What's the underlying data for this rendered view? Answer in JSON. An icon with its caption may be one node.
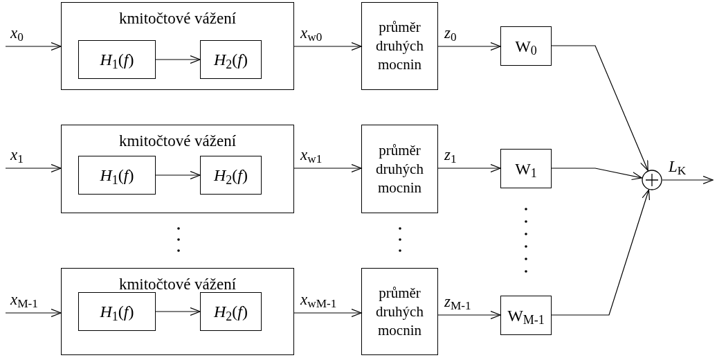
{
  "diagram": {
    "nodes": [
      {
        "text": [
          "kmitočtové vážení"
        ]
      },
      {
        "text": [
          "*H*$_{1}$(*f*)"
        ],
        "in": 0
      },
      {
        "text": [
          "*H*$_{2}$(*f*)"
        ],
        "in": 0
      },
      {
        "text": [
          "kmitočtové vážení"
        ]
      },
      {
        "text": [
          "*H*$_{1}$(*f*)"
        ],
        "in": 3
      },
      {
        "text": [
          "*H*$_{2}$(*f*)"
        ],
        "in": 3
      },
      {
        "text": [
          "kmitočtové vážení"
        ]
      },
      {
        "text": [
          "*H*$_{1}$(*f*)"
        ],
        "in": 6
      },
      {
        "text": [
          "*H*$_{2}$(*f*)"
        ],
        "in": 6
      },
      {
        "text": [
          "průměr druhých mocnin"
        ]
      },
      {
        "text": [
          "průměr druhých mocnin"
        ]
      },
      {
        "text": [
          "průměr druhých mocnin"
        ]
      },
      {
        "text": [
          "W$_{0}$"
        ]
      },
      {
        "text": [
          "W$_{1}$"
        ]
      },
      {
        "text": [
          "W$_{M-1}$"
        ]
      },
      {
        "text": [],
        "shape": "circle"
      }
    ],
    "edges": [
      {
        "from": null,
        "to": 0,
        "arrow": "to",
        "label": "*x*$_{0}$"
      },
      {
        "from": 1,
        "to": 2,
        "arrow": "to"
      },
      {
        "from": 0,
        "to": 9,
        "arrow": "to",
        "label": "*x*$_{w0}$"
      },
      {
        "from": 9,
        "to": 12,
        "arrow": "to",
        "label": "*z*$_{0}$"
      },
      {
        "from": null,
        "to": 3,
        "arrow": "to",
        "label": "*x*$_{1}$"
      },
      {
        "from": 4,
        "to": 5,
        "arrow": "to"
      },
      {
        "from": 3,
        "to": 10,
        "arrow": "to",
        "label": "*x*$_{w1}$"
      },
      {
        "from": 10,
        "to": 13,
        "arrow": "to",
        "label": "*z*$_{1}$"
      },
      {
        "from": null,
        "to": 6,
        "arrow": "to",
        "label": "*x*$_{M-1}$"
      },
      {
        "from": 7,
        "to": 8,
        "arrow": "to"
      },
      {
        "from": 6,
        "to": 11,
        "arrow": "to",
        "label": "*x*$_{wM-1}$"
      },
      {
        "from": 11,
        "to": 14,
        "arrow": "to",
        "label": "*z*$_{M-1}$"
      },
      {
        "from": 12,
        "to": 15,
        "arrow": "to"
      },
      {
        "from": 13,
        "to": 15,
        "arrow": "to"
      },
      {
        "from": 14,
        "to": 15,
        "arrow": "to"
      },
      {
        "from": 15,
        "to": null,
        "arrow": "to",
        "label": "*L*$_{K}$"
      }
    ]
  }
}
